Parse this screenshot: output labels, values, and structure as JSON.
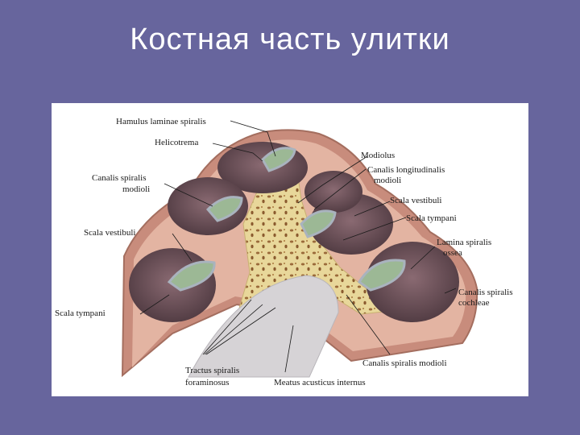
{
  "slide": {
    "title": "Костная часть улитки"
  },
  "figure": {
    "labels": {
      "hamulus": "Hamulus laminae spiralis",
      "helicotrema": "Helicotrema",
      "modiolus": "Modiolus",
      "canalis_long_1": "Canalis longitudinalis",
      "canalis_long_2": "modioli",
      "canalis_spiralis_modioli_1": "Canalis spiralis",
      "canalis_spiralis_modioli_2": "modioli",
      "scala_vestibuli_top": "Scala vestibuli",
      "scala_tympani_top": "Scala tympani",
      "scala_vestibuli_left": "Scala vestibuli",
      "lamina_1": "Lamina spiralis",
      "lamina_2": "ossea",
      "canalis_cochleae_1": "Canalis spiralis",
      "canalis_cochleae_2": "cochleae",
      "scala_tympani_left": "Scala tympani",
      "canalis_spiralis_modioli_bottom": "Canalis spiralis modioli",
      "tractus_1": "Tractus spiralis",
      "tractus_2": "foraminosus",
      "meatus": "Meatus acusticus internus"
    },
    "colors": {
      "bone_outer": "#c88c7c",
      "bone_inner": "#e3b4a2",
      "spongy": "#e8d79a",
      "cavity": "#6a4f57",
      "lamina": "#9cb895",
      "nerve": "#b0b8c2"
    }
  }
}
